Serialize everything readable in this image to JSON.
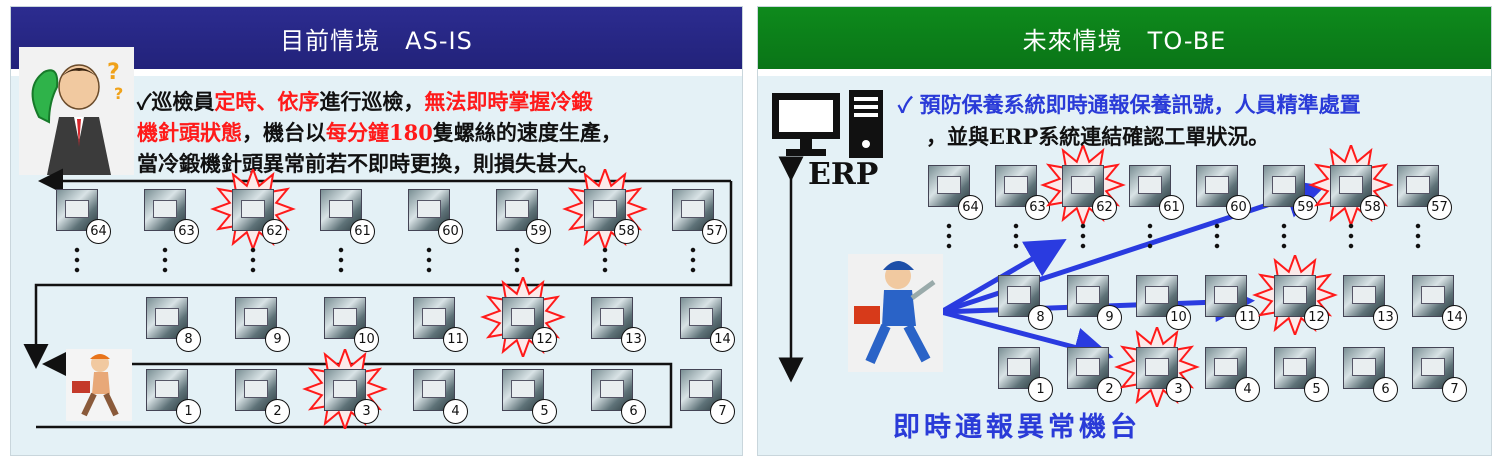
{
  "as_is": {
    "title": "目前情境　AS-IS",
    "line1_pre": "✓巡檢員",
    "line1_red1": "定時、依序",
    "line1_mid": "進行巡檢，",
    "line1_red2": "無法即時掌握冷鍛",
    "line2_red": "機針頭狀態",
    "line2_mid": "，機台以",
    "line2_red2": "每分鐘180",
    "line2_post": "隻螺絲的速度生產，",
    "line3": "當冷鍛機針頭異常前若不即時更換，則損失甚大。",
    "row1": [
      "64",
      "63",
      "62",
      "61",
      "60",
      "59",
      "58",
      "57"
    ],
    "row2": [
      "8",
      "9",
      "10",
      "11",
      "12",
      "13",
      "14"
    ],
    "row3": [
      "1",
      "2",
      "3",
      "4",
      "5",
      "6",
      "7"
    ],
    "alerts": [
      "62",
      "58",
      "12",
      "3"
    ]
  },
  "to_be": {
    "title": "未來情境　TO-BE",
    "line1_pre": "✓ ",
    "line1_blue1": "預防保養系統即時通報保養訊號，人員精準處置",
    "line2": "，並與ERP系統連結確認工單狀況。",
    "erp_label": "ERP",
    "footer": "即時通報異常機台",
    "row1": [
      "64",
      "63",
      "62",
      "61",
      "60",
      "59",
      "58",
      "57"
    ],
    "row2": [
      "8",
      "9",
      "10",
      "11",
      "12",
      "13",
      "14"
    ],
    "row3": [
      "1",
      "2",
      "3",
      "4",
      "5",
      "6",
      "7"
    ],
    "alerts": [
      "62",
      "58",
      "12",
      "3"
    ]
  },
  "colors": {
    "left_header": "#22227a",
    "right_header": "#0a7517",
    "highlight_red": "#ff1a1a",
    "highlight_blue": "#2a3bd8",
    "background": "#e4f1f6"
  },
  "icons": [
    "worried-inspector-icon",
    "running-worker-icon",
    "computer-monitor-icon",
    "server-tower-icon",
    "explosion-alert-icon",
    "cold-forging-machine-icon"
  ]
}
